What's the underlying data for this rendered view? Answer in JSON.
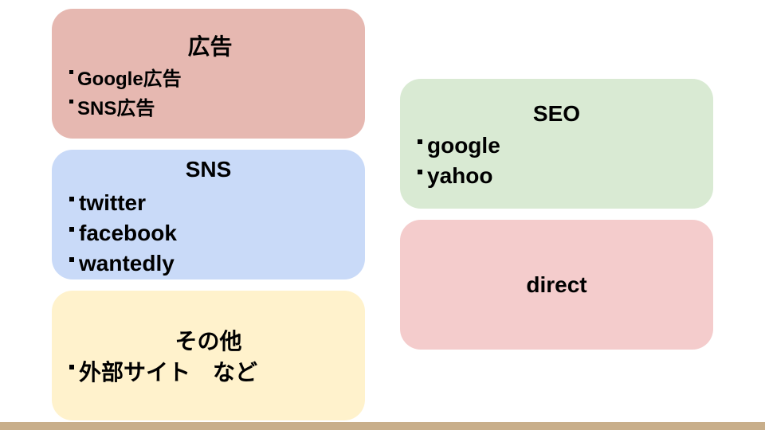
{
  "cards": {
    "ads": {
      "title": "広告",
      "items": [
        "Google広告",
        "SNS広告"
      ]
    },
    "sns": {
      "title": "SNS",
      "items": [
        "twitter",
        "facebook",
        "wantedly"
      ]
    },
    "other": {
      "title": "その他",
      "items": [
        "外部サイト　など"
      ]
    },
    "seo": {
      "title": "SEO",
      "items": [
        "google",
        "yahoo"
      ]
    },
    "direct": {
      "title": "direct"
    }
  },
  "colors": {
    "ads": "#e6b8b1",
    "sns": "#c9daf8",
    "other": "#fff2cc",
    "seo": "#d9ead3",
    "direct": "#f4cccc",
    "bottom_bar": "#c8ae8a"
  }
}
